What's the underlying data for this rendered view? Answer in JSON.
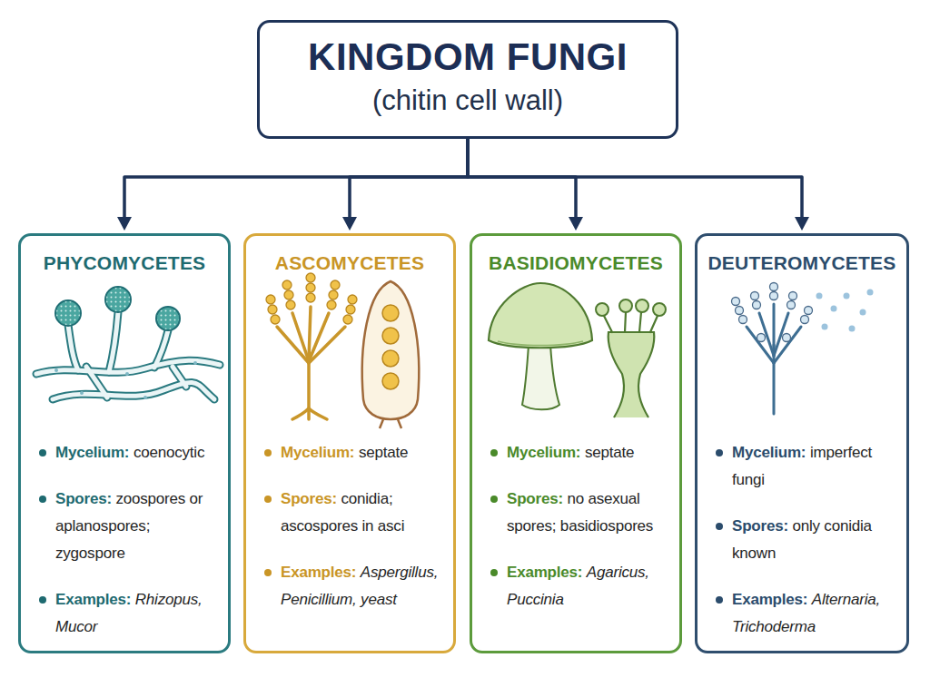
{
  "diagram": {
    "nodes": [
      {
        "text": [
          "KINGDOM FUNGI",
          "(chitin cell wall)"
        ]
      },
      {
        "text": [
          "PHYCOMYCETES",
          "Mycelium:",
          "coenocytic",
          "Spores:",
          "zoospores or aplanospores; zygospore",
          "Examples:",
          "Rhizopus, Mucor"
        ]
      },
      {
        "text": [
          "ASCOMYCETES",
          "Mycelium:",
          "septate",
          "Spores:",
          "conidia; ascospores in asci",
          "Examples:",
          "Aspergillus, Penicillium, yeast"
        ]
      },
      {
        "text": [
          "BASIDIOMYCETES",
          "Mycelium:",
          "septate",
          "Spores:",
          "no asexual spores; basidiospores",
          "Examples:",
          "Agaricus, Puccinia"
        ]
      },
      {
        "text": [
          "DEUTEROMYCETES",
          "Mycelium:",
          "imperfect fungi",
          "Spores:",
          "only conidia known",
          "Examples:",
          "Alternaria, Trichoderma"
        ]
      }
    ],
    "edges": [
      {
        "from": 0,
        "to": 1,
        "arrow": "to"
      },
      {
        "from": 0,
        "to": 2,
        "arrow": "to"
      },
      {
        "from": 0,
        "to": 3,
        "arrow": "to"
      },
      {
        "from": 0,
        "to": 4,
        "arrow": "to"
      }
    ]
  }
}
